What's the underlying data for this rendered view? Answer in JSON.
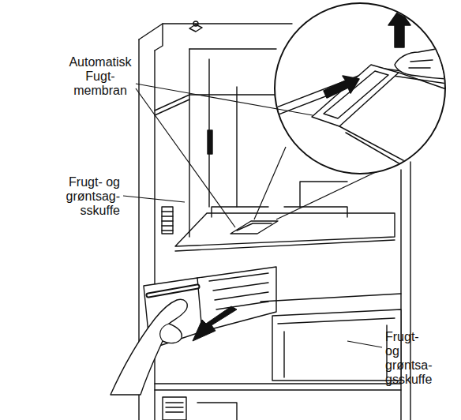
{
  "diagram": {
    "labels": [
      "Automatisk Fugt- membran",
      "Frugt- og grøntsag- sskuffe",
      "Frugt- og grøntsa- gsskuffe"
    ]
  }
}
